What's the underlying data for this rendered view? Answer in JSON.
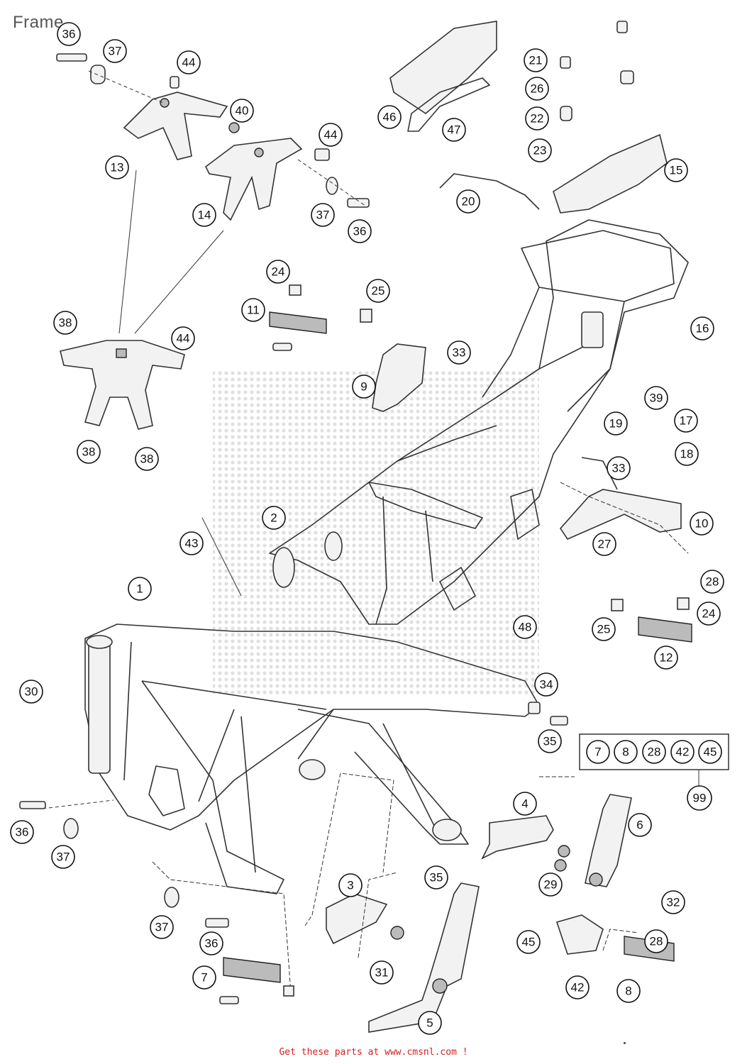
{
  "title": "Frame",
  "footer": "Get these parts at www.cmsnl.com !",
  "kit_box": {
    "parts": [
      "7",
      "8",
      "28",
      "42",
      "45"
    ],
    "kit_number": "99"
  },
  "callouts": [
    "1",
    "2",
    "3",
    "4",
    "5",
    "6",
    "7",
    "8",
    "9",
    "10",
    "11",
    "12",
    "13",
    "14",
    "15",
    "16",
    "17",
    "18",
    "19",
    "20",
    "21",
    "22",
    "23",
    "24",
    "25",
    "26",
    "27",
    "28",
    "29",
    "30",
    "31",
    "32",
    "33",
    "34",
    "35",
    "36",
    "37",
    "38",
    "39",
    "40",
    "42",
    "43",
    "44",
    "45",
    "46",
    "47",
    "48",
    "99"
  ]
}
